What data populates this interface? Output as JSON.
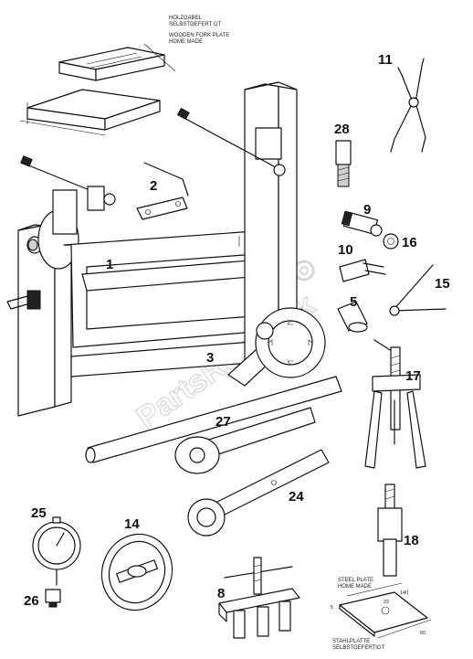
{
  "notes": {
    "top_de_1": "HOLZGABEL",
    "top_de_2": "SELBSTGEFERT GT",
    "top_en_1": "WOODEN FORK PLATE",
    "top_en_2": "HOME MADE",
    "bottom_en_1": "STEEL PLATE",
    "bottom_en_2": "HOME MADE",
    "bottom_de_1": "STAHLPLATTE",
    "bottom_de_2": "SELBSTGEFERTIGT"
  },
  "dimensions": {
    "plate_len": "140",
    "plate_w": "60",
    "plate_hole": "22",
    "plate_t": "5"
  },
  "watermark": "PartsRepublik",
  "callouts": {
    "c1": "1",
    "c2": "2",
    "c3": "3",
    "c5": "5",
    "c8": "8",
    "c9": "9",
    "c10": "10",
    "c11": "11",
    "c14": "14",
    "c15": "15",
    "c16": "16",
    "c17": "17",
    "c18": "18",
    "c24": "24",
    "c25": "25",
    "c26": "26",
    "c27": "27",
    "c28": "28"
  }
}
